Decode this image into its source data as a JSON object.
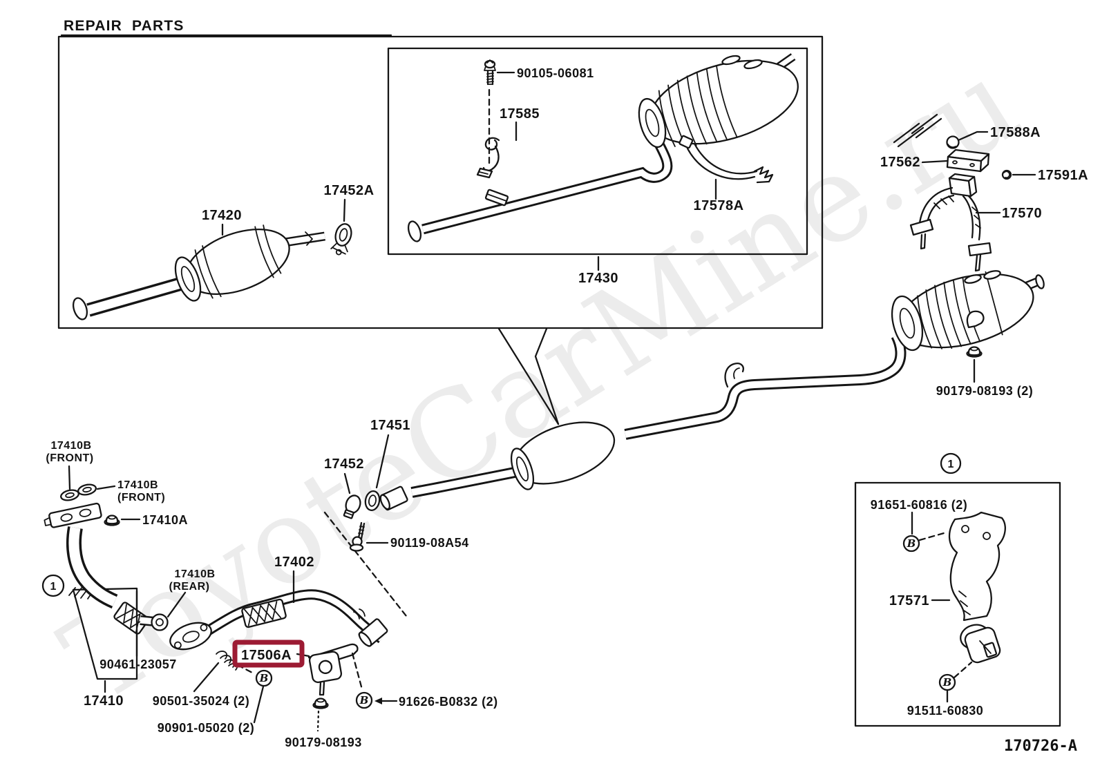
{
  "title": "REPAIR PARTS",
  "diagram_code": "170726-A",
  "watermark": "ToyoteCarMine.ru",
  "highlight": {
    "part": "17506A",
    "color": "#9c1b33"
  },
  "symbols": {
    "one": "1",
    "b": "B"
  },
  "labels": {
    "l17420": "17420",
    "l17452A": "17452A",
    "l90105": "90105-06081",
    "l17585": "17585",
    "l17578A": "17578A",
    "l17430": "17430",
    "l17588A": "17588A",
    "l17562": "17562",
    "l17591A": "17591A",
    "l17570": "17570",
    "l90179_2": "90179-08193 (2)",
    "l17451": "17451",
    "l17452": "17452",
    "l90119": "90119-08A54",
    "l17410B": "17410B",
    "lfront": "(FRONT)",
    "lrear": "(REAR)",
    "l17410A": "17410A",
    "l17402": "17402",
    "l90461": "90461-23057",
    "l17410": "17410",
    "l90501": "90501-35024 (2)",
    "l17506A": "17506A",
    "l90901": "90901-05020 (2)",
    "l90179": "90179-08193",
    "l91626": "91626-B0832 (2)",
    "l91651": "91651-60816 (2)",
    "l17571": "17571",
    "l91511": "91511-60830"
  }
}
